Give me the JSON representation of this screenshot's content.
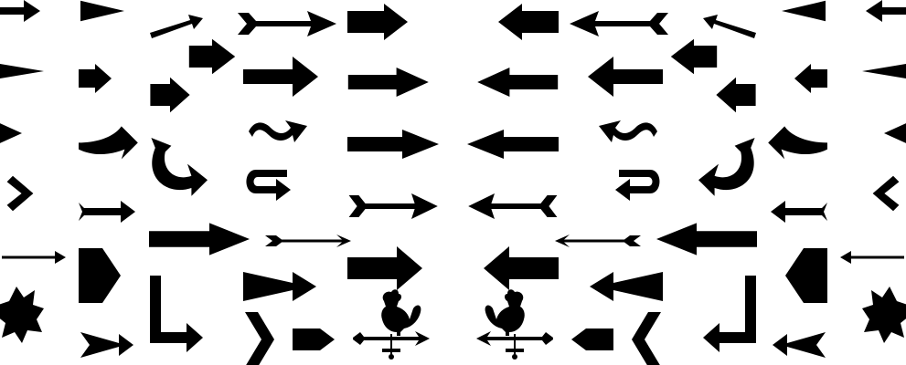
{
  "theme": {
    "ink": "#000000",
    "background": "#ffffff"
  },
  "symmetry": "mirrored-left-right",
  "left_half": {
    "columns": [
      {
        "id": "col-a",
        "icons": [
          "simple-arrow-icon",
          "triangle-arrow-icon",
          "triangle-arrow-icon",
          "chevron-arrow-icon",
          "thin-line-arrow-icon",
          "star-burst-icon"
        ]
      },
      {
        "id": "col-b",
        "icons": [
          "swoosh-arrow-icon",
          "block-arrow-icon",
          "curved-arrow-icon",
          "flared-arrow-icon",
          "house-arrow-icon",
          "double-chevron-arrow-icon"
        ]
      },
      {
        "id": "col-c",
        "icons": [
          "short-angled-arrow-icon",
          "block-arrow-icon",
          "u-turn-down-arrow-icon",
          "long-arrow-icon",
          "l-shaped-arrow-icon"
        ]
      },
      {
        "id": "col-d",
        "icons": [
          "fletched-arrow-icon",
          "double-barb-arrow-icon",
          "big-block-arrow-icon",
          "wavy-arrow-icon",
          "u-turn-arrow-icon",
          "thin-fletched-arrow-icon",
          "tapered-arrow-icon",
          "chevron-icon",
          "pointed-block-arrow-icon"
        ]
      },
      {
        "id": "col-e",
        "icons": [
          "block-arrow-icon",
          "long-arrow-icon",
          "long-tapered-arrow-icon",
          "fletched-arrow-icon",
          "large-block-arrow-icon",
          "rooster-weathervane-icon"
        ]
      }
    ]
  }
}
